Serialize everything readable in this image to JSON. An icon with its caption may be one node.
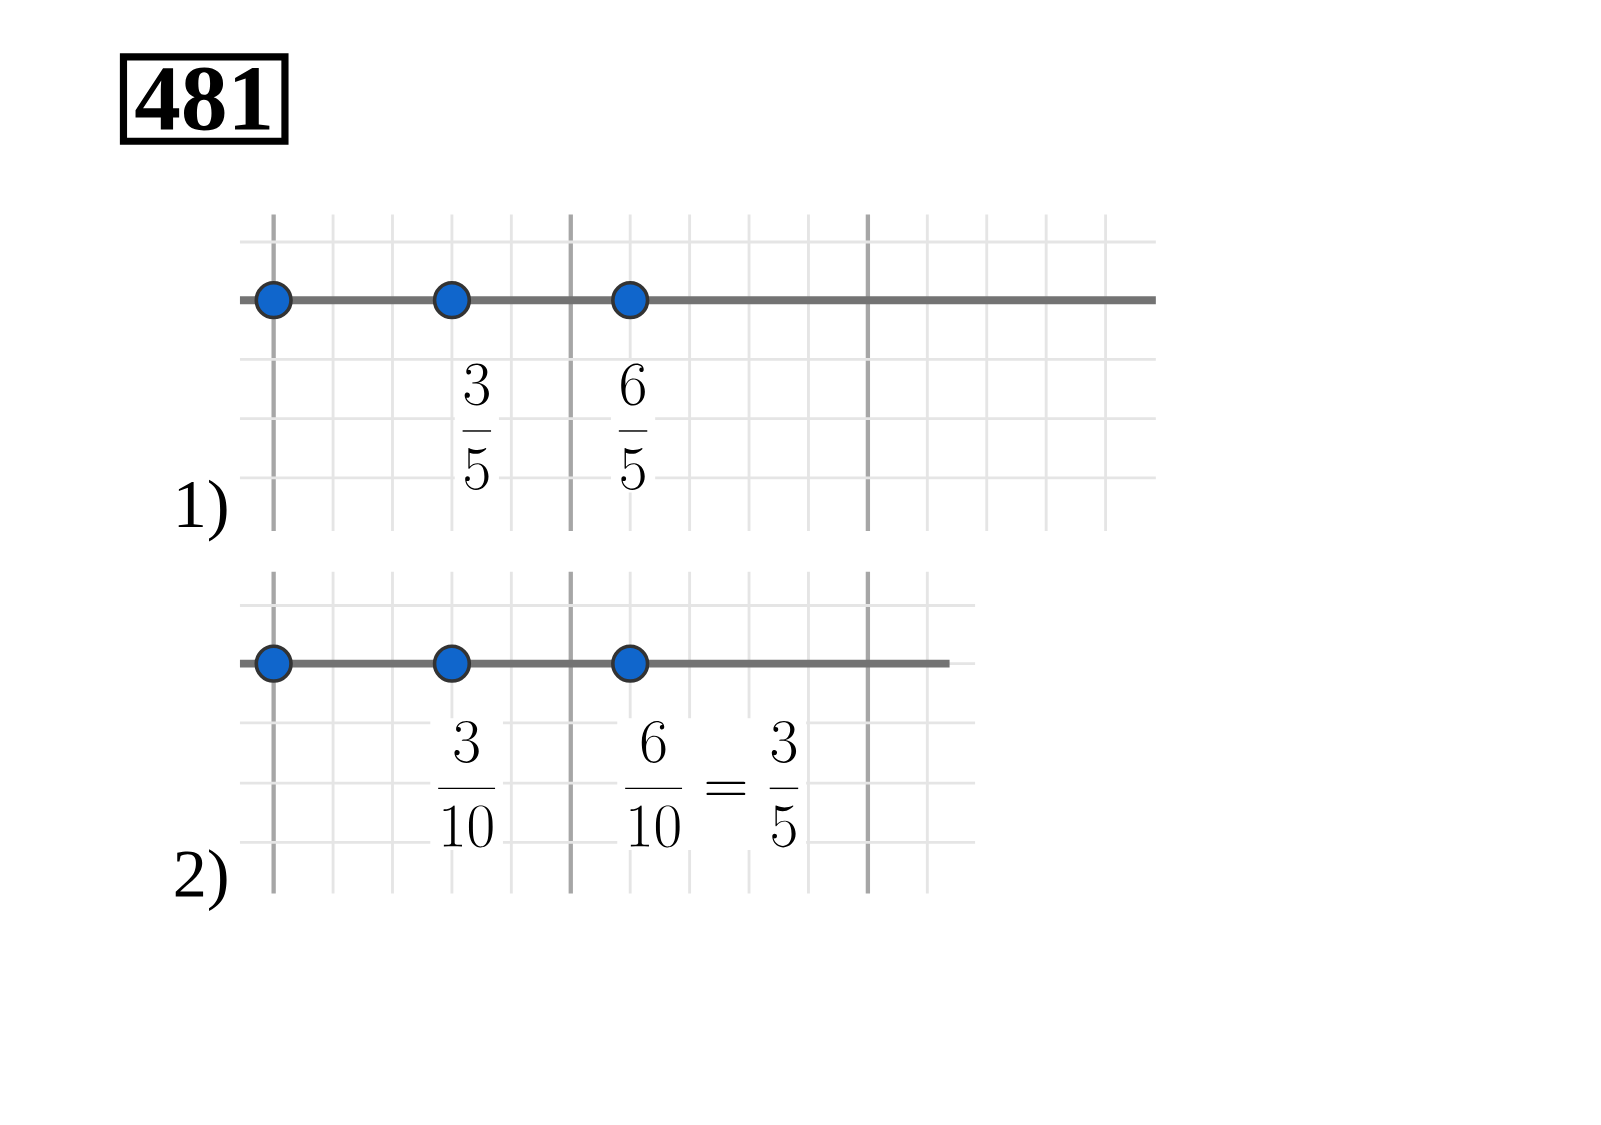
{
  "diagram": {
    "title": "481",
    "labels": [
      "\\frac{3}{5}",
      "\\frac{6}{5}",
      "1)",
      "\\frac{3}{10}",
      "\\frac{6}{10}=\\frac{3}{5}",
      "2)"
    ]
  }
}
